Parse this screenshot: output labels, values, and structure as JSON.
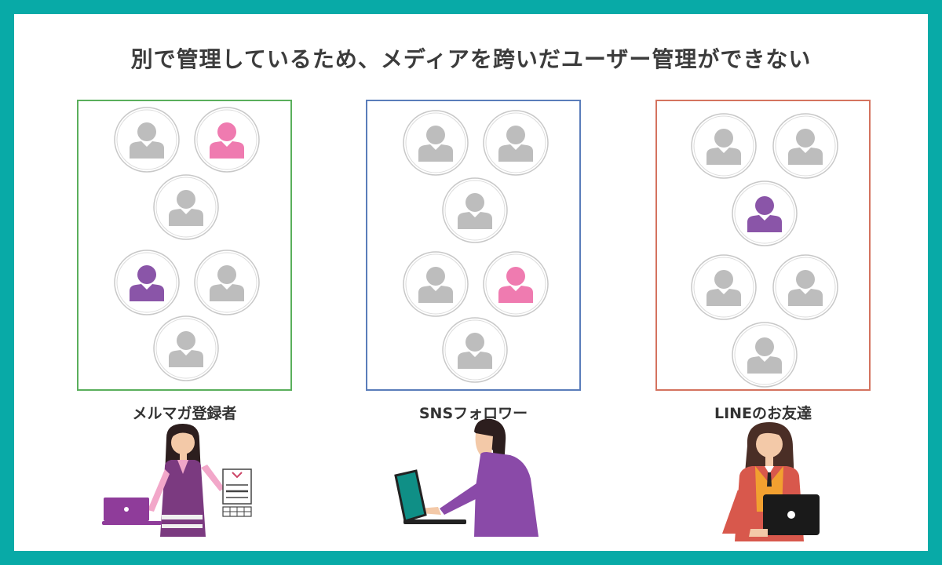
{
  "title": "別で管理しているため、メディアを跨いだユーザー管理ができない",
  "colors": {
    "background": "#08aaa7",
    "gray_user": "#bdbdbd",
    "pink_user": "#ef7bb0",
    "purple_user": "#8a55a8",
    "mail_border": "#5aaf5c",
    "sns_border": "#5a7dba",
    "line_border": "#d4735f"
  },
  "groups": [
    {
      "label": "メルマガ登録者",
      "users": [
        "gray",
        "pink",
        "gray",
        "purple",
        "gray",
        "gray"
      ]
    },
    {
      "label": "SNSフォロワー",
      "users": [
        "gray",
        "gray",
        "gray",
        "gray",
        "pink",
        "gray"
      ]
    },
    {
      "label": "LINEのお友達",
      "users": [
        "gray",
        "gray",
        "purple",
        "gray",
        "gray",
        "gray"
      ]
    }
  ],
  "illustrations": [
    {
      "icon": "woman-with-laptop-and-form-icon"
    },
    {
      "icon": "woman-at-laptop-side-view-icon"
    },
    {
      "icon": "woman-with-laptop-front-view-icon"
    }
  ]
}
